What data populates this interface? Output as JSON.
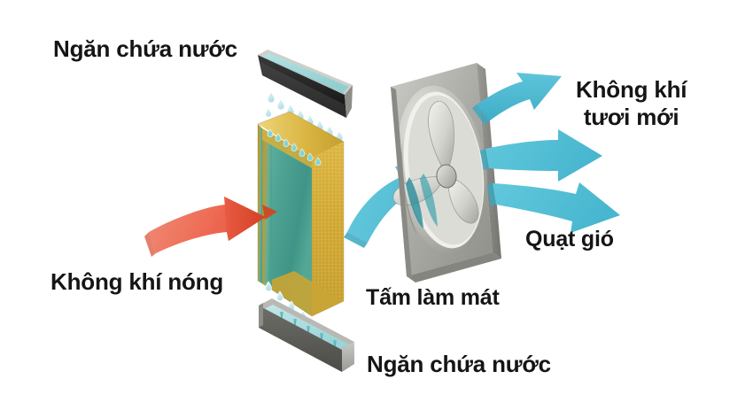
{
  "diagram": {
    "title": "Evaporative air cooler working principle",
    "language": "vi",
    "labels": {
      "water_tank_top": "Ngăn chứa nước",
      "fresh_air_line1": "Không khí",
      "fresh_air_line2": "tươi mới",
      "fan": "Quạt gió",
      "hot_air": "Không khí nóng",
      "cooling_pad": "Tấm làm mát",
      "water_tank_bottom": "Ngăn chứa nước"
    },
    "colors": {
      "background": "#ffffff",
      "text": "#151515",
      "hot_air_arrow": "#ef6a55",
      "hot_air_arrow_dark": "#e24a31",
      "cool_air_arrow": "#4fbed4",
      "cool_air_arrow_dark": "#2f97ad",
      "pad_side_gold": "#d8b23c",
      "pad_face_teal": "#4fa393",
      "fan_frame_gray": "#a9a9a4",
      "fan_frame_light": "#cfcfca",
      "fan_frame_dark": "#7b7b77",
      "tray_metal": "#b3b3ae",
      "tray_dark": "#1d1d1d",
      "water_cyan": "#9fd8da",
      "droplet": "#bfe5ea"
    },
    "components": [
      {
        "name": "water-tank-top",
        "shape": "tilted-trough",
        "contains": "water"
      },
      {
        "name": "cooling-pad",
        "shape": "3d-slab",
        "faces": [
          "gold-edge",
          "teal-front"
        ]
      },
      {
        "name": "water-tank-bottom",
        "shape": "trough",
        "contains": "water"
      },
      {
        "name": "fan",
        "shape": "square-frame-with-3-blade-propeller"
      }
    ],
    "flows": [
      {
        "name": "hot-air-inflow",
        "color": "#ef6a55",
        "direction": "right",
        "count": 1
      },
      {
        "name": "cooled-air-to-fan",
        "color": "#4fbed4",
        "direction": "up-right",
        "count": 1
      },
      {
        "name": "fresh-air-outflow",
        "color": "#4fbed4",
        "direction": "right-fan-out",
        "count": 3
      },
      {
        "name": "water-drip-top",
        "color": "#bfe5ea",
        "direction": "down",
        "count": 24
      },
      {
        "name": "water-drip-bottom",
        "color": "#bfe5ea",
        "direction": "down",
        "count": 10
      }
    ]
  }
}
